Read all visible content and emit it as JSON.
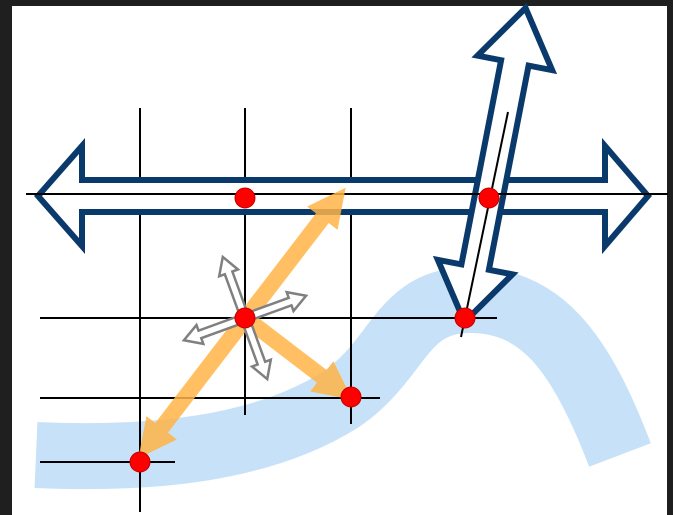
{
  "colors": {
    "background": "#1f1f1f",
    "canvas": "#ffffff",
    "grid_line": "#000000",
    "large_arrow_stroke": "#0a3a6b",
    "large_arrow_fill": "#ffffff",
    "orange_arrow": "#ffb547",
    "small_arrow_stroke": "#808080",
    "ribbon": "#c4e0f8",
    "point": "#ff0000",
    "point_stroke": "#c00000"
  },
  "diagram": {
    "labels": [],
    "elements": {
      "large_arrows": [
        "horizontal-double-arrow",
        "tilted-double-arrow"
      ],
      "orange_arrows": [
        "diagonal-orange-double-arrow",
        "short-orange-arrow"
      ],
      "small_arrow_group": "four-direction-gray-arrows",
      "ribbon": "light-blue-curved-band",
      "point_count": 6
    }
  }
}
